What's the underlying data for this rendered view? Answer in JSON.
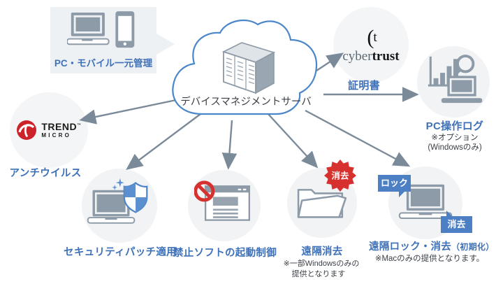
{
  "colors": {
    "accent_blue": "#3e71b8",
    "badge_blue": "#4d7fc4",
    "alert_red": "#d6312e",
    "arrow_gray": "#7b8a99",
    "cloud_stroke": "#4a86c9",
    "icon_gray": "#8d9aa7",
    "node_bg": "#f1f3f5"
  },
  "callout": {
    "label": "PC・モバイル一元管理"
  },
  "cloud": {
    "label": "デバイスマネジメントサーバ"
  },
  "certificate": {
    "logo_mark": "(",
    "logo_mark_t": "t",
    "logo_cyber": "cyber",
    "logo_trust": "trust",
    "arrow_label": "証明書"
  },
  "pc_log": {
    "label": "PC操作ログ",
    "note_line1": "※オプション",
    "note_line2": "(Windowsのみ)"
  },
  "antivirus": {
    "brand_top": "TREND",
    "brand_tm": "™",
    "brand_bottom": "MICRO",
    "label": "アンチウイルス"
  },
  "security_patch": {
    "label": "セキュリティパッチ適用"
  },
  "app_block": {
    "label": "禁止ソフトの起動制御"
  },
  "remote_wipe": {
    "badge": "消去",
    "label": "遠隔消去",
    "note_line1": "※一部Windowsのみの",
    "note_line2": "提供となります"
  },
  "remote_lock": {
    "badge_lock": "ロック",
    "badge_wipe": "消去",
    "label_main": "遠隔ロック・消去",
    "label_sub": "（初期化）",
    "note": "※Macのみの提供となります。"
  }
}
